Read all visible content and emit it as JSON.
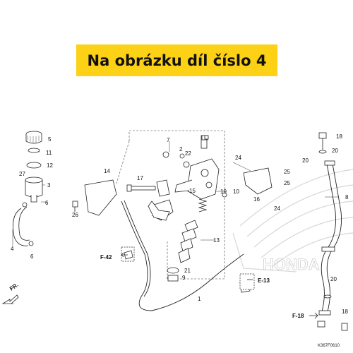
{
  "banner": {
    "text": "Na obrázku díl číslo 4",
    "color": "#fcd116"
  },
  "callouts": [
    "1",
    "2",
    "3",
    "4",
    "5",
    "6",
    "6",
    "7",
    "8",
    "9",
    "10",
    "11",
    "12",
    "13",
    "14",
    "15",
    "16",
    "17",
    "18",
    "18",
    "19",
    "20",
    "20",
    "20",
    "21",
    "22",
    "24",
    "24",
    "25",
    "25",
    "26",
    "27"
  ],
  "refs": {
    "f42": "F-42",
    "e13": "E-13",
    "f18": "F-18",
    "fr": "FR."
  },
  "diagram_code": "K367F0610",
  "watermark": "HONDA"
}
